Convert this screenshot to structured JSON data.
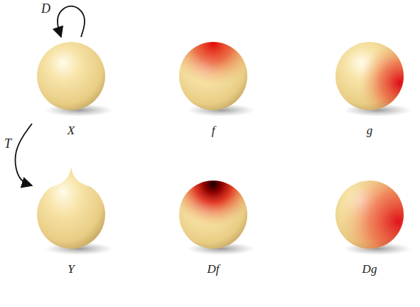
{
  "diagram": {
    "nodes": [
      {
        "text": [
          "X"
        ]
      },
      {
        "text": [
          "f"
        ]
      },
      {
        "text": [
          "g"
        ]
      },
      {
        "text": [
          "Y"
        ]
      },
      {
        "text": [
          "Df"
        ]
      },
      {
        "text": [
          "Dg"
        ]
      }
    ],
    "edges": [
      {
        "from": 0,
        "to": 0,
        "label": "D",
        "arrow": "to"
      },
      {
        "from": 0,
        "to": 3,
        "label": "T",
        "arrow": "to"
      }
    ]
  }
}
